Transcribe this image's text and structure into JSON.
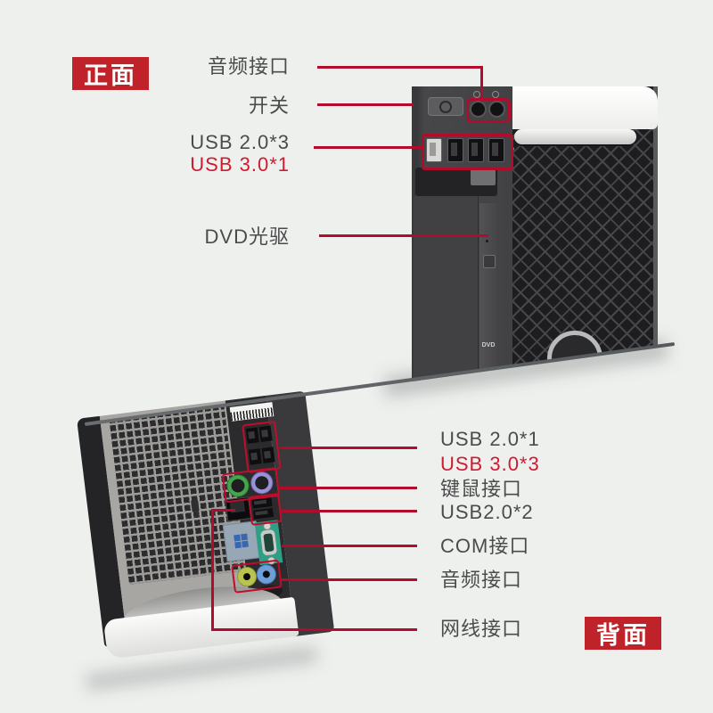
{
  "front": {
    "badge": "正面",
    "annotations": [
      {
        "text": "音频接口"
      },
      {
        "text": "开关"
      },
      {
        "text": "USB 2.0*3"
      },
      {
        "text": "USB 3.0*1"
      },
      {
        "text": "DVD光驱"
      }
    ],
    "dvd_logo": "DVD"
  },
  "back": {
    "badge": "背面",
    "annotations": [
      {
        "text": "USB 2.0*1"
      },
      {
        "text": "USB 3.0*3"
      },
      {
        "text": "键鼠接口"
      },
      {
        "text": "USB2.0*2"
      },
      {
        "text": "COM接口"
      },
      {
        "text": "音频接口"
      },
      {
        "text": "网线接口"
      }
    ]
  },
  "colors": {
    "background": "#eef0ee",
    "accent_red_lines": "#b30b2c",
    "badge_red": "#bf2228",
    "text_dark": "#4b4b4b",
    "text_red": "#d01a31"
  }
}
